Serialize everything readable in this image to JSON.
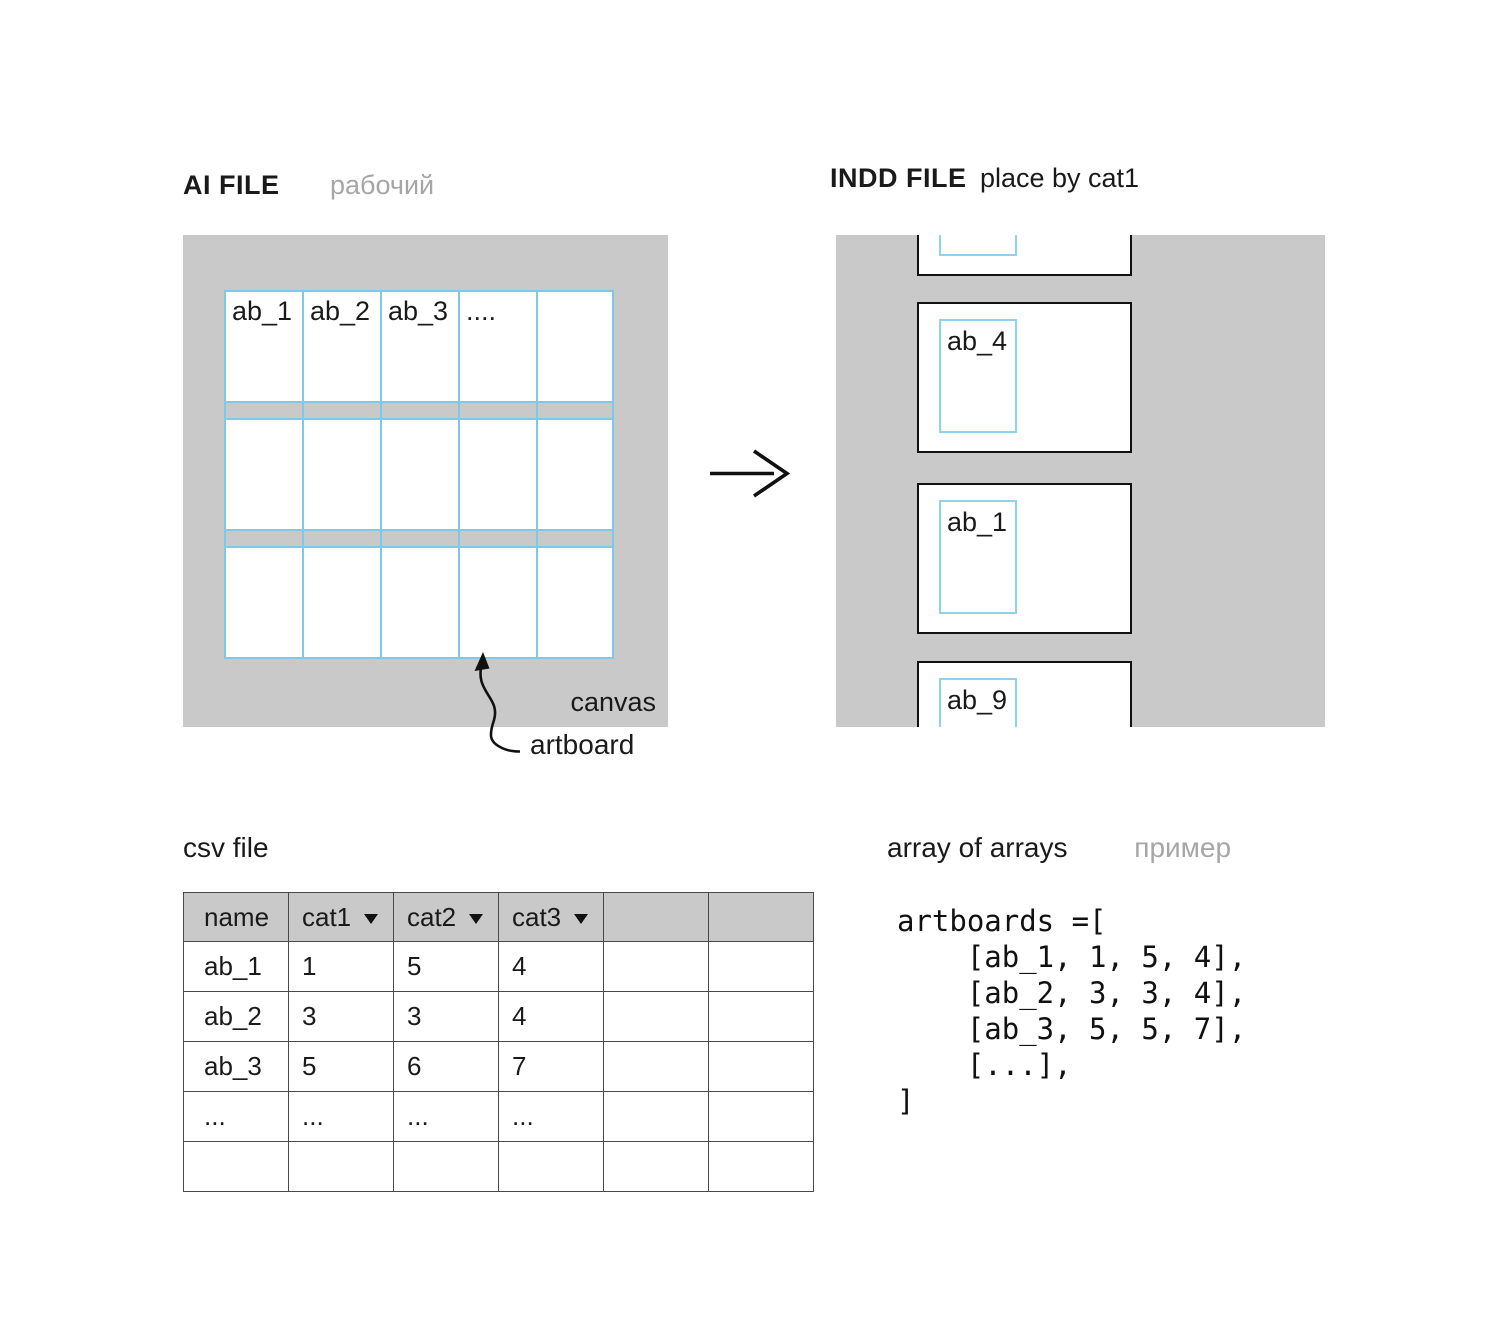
{
  "ai_panel": {
    "title": "AI FILE",
    "subtitle": "рабочий",
    "canvas_label": "canvas",
    "artboard_callout": "artboard",
    "row1_labels": [
      "ab_1",
      "ab_2",
      "ab_3",
      "....",
      ""
    ]
  },
  "indd_panel": {
    "title": "INDD FILE",
    "subtitle": "place by cat1",
    "pages": [
      {
        "artboard": ""
      },
      {
        "artboard": "ab_4"
      },
      {
        "artboard": "ab_1"
      },
      {
        "artboard": "ab_9"
      }
    ]
  },
  "csv_table": {
    "label": "csv file",
    "headers": [
      {
        "label": "name",
        "sortable": false
      },
      {
        "label": "cat1",
        "sortable": true
      },
      {
        "label": "cat2",
        "sortable": true
      },
      {
        "label": "cat3",
        "sortable": true
      },
      {
        "label": "",
        "sortable": false
      },
      {
        "label": "",
        "sortable": false
      }
    ],
    "rows": [
      [
        "ab_1",
        "1",
        "5",
        "4",
        "",
        ""
      ],
      [
        "ab_2",
        "3",
        "3",
        "4",
        "",
        ""
      ],
      [
        "ab_3",
        "5",
        "6",
        "7",
        "",
        ""
      ],
      [
        "...",
        "...",
        "...",
        "...",
        "",
        ""
      ],
      [
        "",
        "",
        "",
        "",
        "",
        ""
      ]
    ]
  },
  "code_example": {
    "label": "array of arrays",
    "sublabel": "пример",
    "lines": [
      "artboards =[",
      "    [ab_1, 1, 5, 4],",
      "    [ab_2, 3, 3, 4],",
      "    [ab_3, 5, 5, 7],",
      "    [...],",
      "]"
    ]
  },
  "icons": {
    "transform_arrow": "→",
    "sort_arrow": "▼",
    "artboard_pointer": "curved-arrow"
  },
  "colors": {
    "canvas_gray": "#c9c9c9",
    "artboard_blue": "#7cc9e8",
    "page_border": "#111111",
    "muted_text": "#a6a6a6"
  }
}
